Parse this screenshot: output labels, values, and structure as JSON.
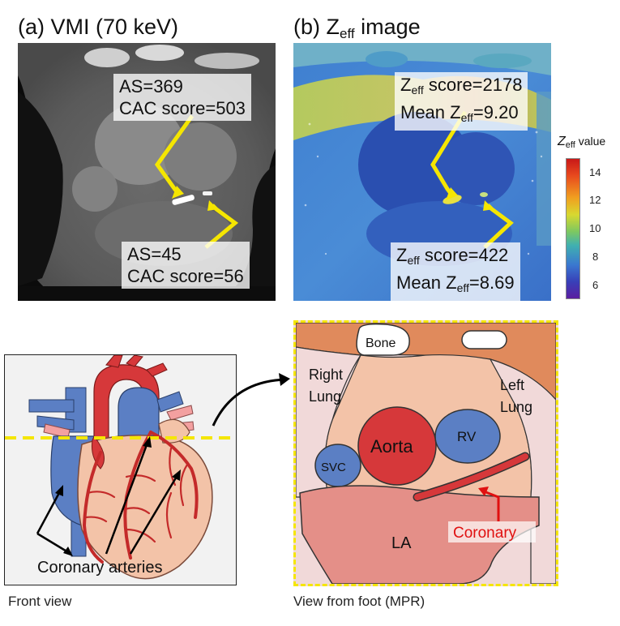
{
  "panel_a": {
    "title": "(a) VMI (70 keV)",
    "label_top": {
      "line1": "AS=369",
      "line2": "CAC score=503"
    },
    "label_bottom": {
      "line1": "AS=45",
      "line2": "CAC score=56"
    }
  },
  "panel_b": {
    "title_prefix": "(b) Z",
    "title_sub": "eff",
    "title_suffix": " image",
    "label_top": {
      "z": "Z",
      "sub": "eff",
      "score": " score=2178",
      "mean_z": "Mean Z",
      "mean_sub": "eff",
      "mean_val": "=9.20"
    },
    "label_bottom": {
      "z": "Z",
      "sub": "eff",
      "score": " score=422",
      "mean_z": "Mean Z",
      "mean_sub": "eff",
      "mean_val": "=8.69"
    },
    "colorbar": {
      "title_z": "Z",
      "title_sub": "eff",
      "title_rest": " value",
      "ticks": [
        "14",
        "12",
        "10",
        "8",
        "6"
      ]
    }
  },
  "panel_c": {
    "annotation": "Coronary arteries",
    "caption": "Front view"
  },
  "panel_d": {
    "caption": "View from foot (MPR)",
    "labels": {
      "bone": "Bone",
      "right_lung_1": "Right",
      "right_lung_2": "Lung",
      "left_lung_1": "Left",
      "left_lung_2": "Lung",
      "aorta": "Aorta",
      "rv": "RV",
      "svc": "SVC",
      "la": "LA",
      "coronary": "Coronary"
    }
  },
  "colors": {
    "yellow_arrow": "#f5e600",
    "aorta_red": "#d6383a",
    "vein_blue": "#5b7fc4",
    "tissue_peach": "#f3c3a8",
    "lung_pink": "#f1d9d9",
    "la_pink": "#e48f88",
    "muscle_orange": "#e08a5c",
    "coronary_red": "#e01010"
  }
}
